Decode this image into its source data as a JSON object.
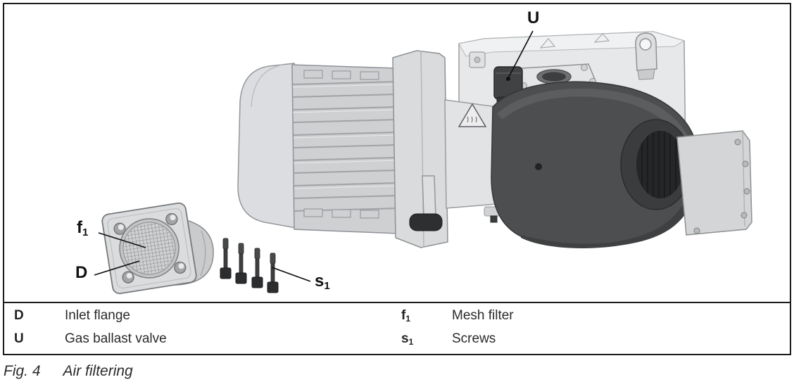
{
  "figure": {
    "caption_label": "Fig. 4",
    "caption_title": "Air filtering"
  },
  "callouts": {
    "gas_ballast_valve": {
      "main": "U",
      "sub": ""
    },
    "mesh_filter": {
      "main": "f",
      "sub": "1"
    },
    "inlet_flange": {
      "main": "D",
      "sub": ""
    },
    "screws": {
      "main": "s",
      "sub": "1"
    }
  },
  "legend": {
    "entries": [
      {
        "key": "D",
        "key_sub": "",
        "description": "Inlet flange"
      },
      {
        "key": "U",
        "key_sub": "",
        "description": "Gas ballast valve"
      },
      {
        "key": "f",
        "key_sub": "1",
        "description": "Mesh filter"
      },
      {
        "key": "s",
        "key_sub": "1",
        "description": "Screws"
      }
    ]
  },
  "colors": {
    "frame_border": "#1b1b1b",
    "light_gray_body": "#d2d4d6",
    "housing_gray": "#e7e8e9",
    "dark_cover": "#4c4e50",
    "screw_dark": "#2c2e30",
    "leader_line": "#111111"
  }
}
